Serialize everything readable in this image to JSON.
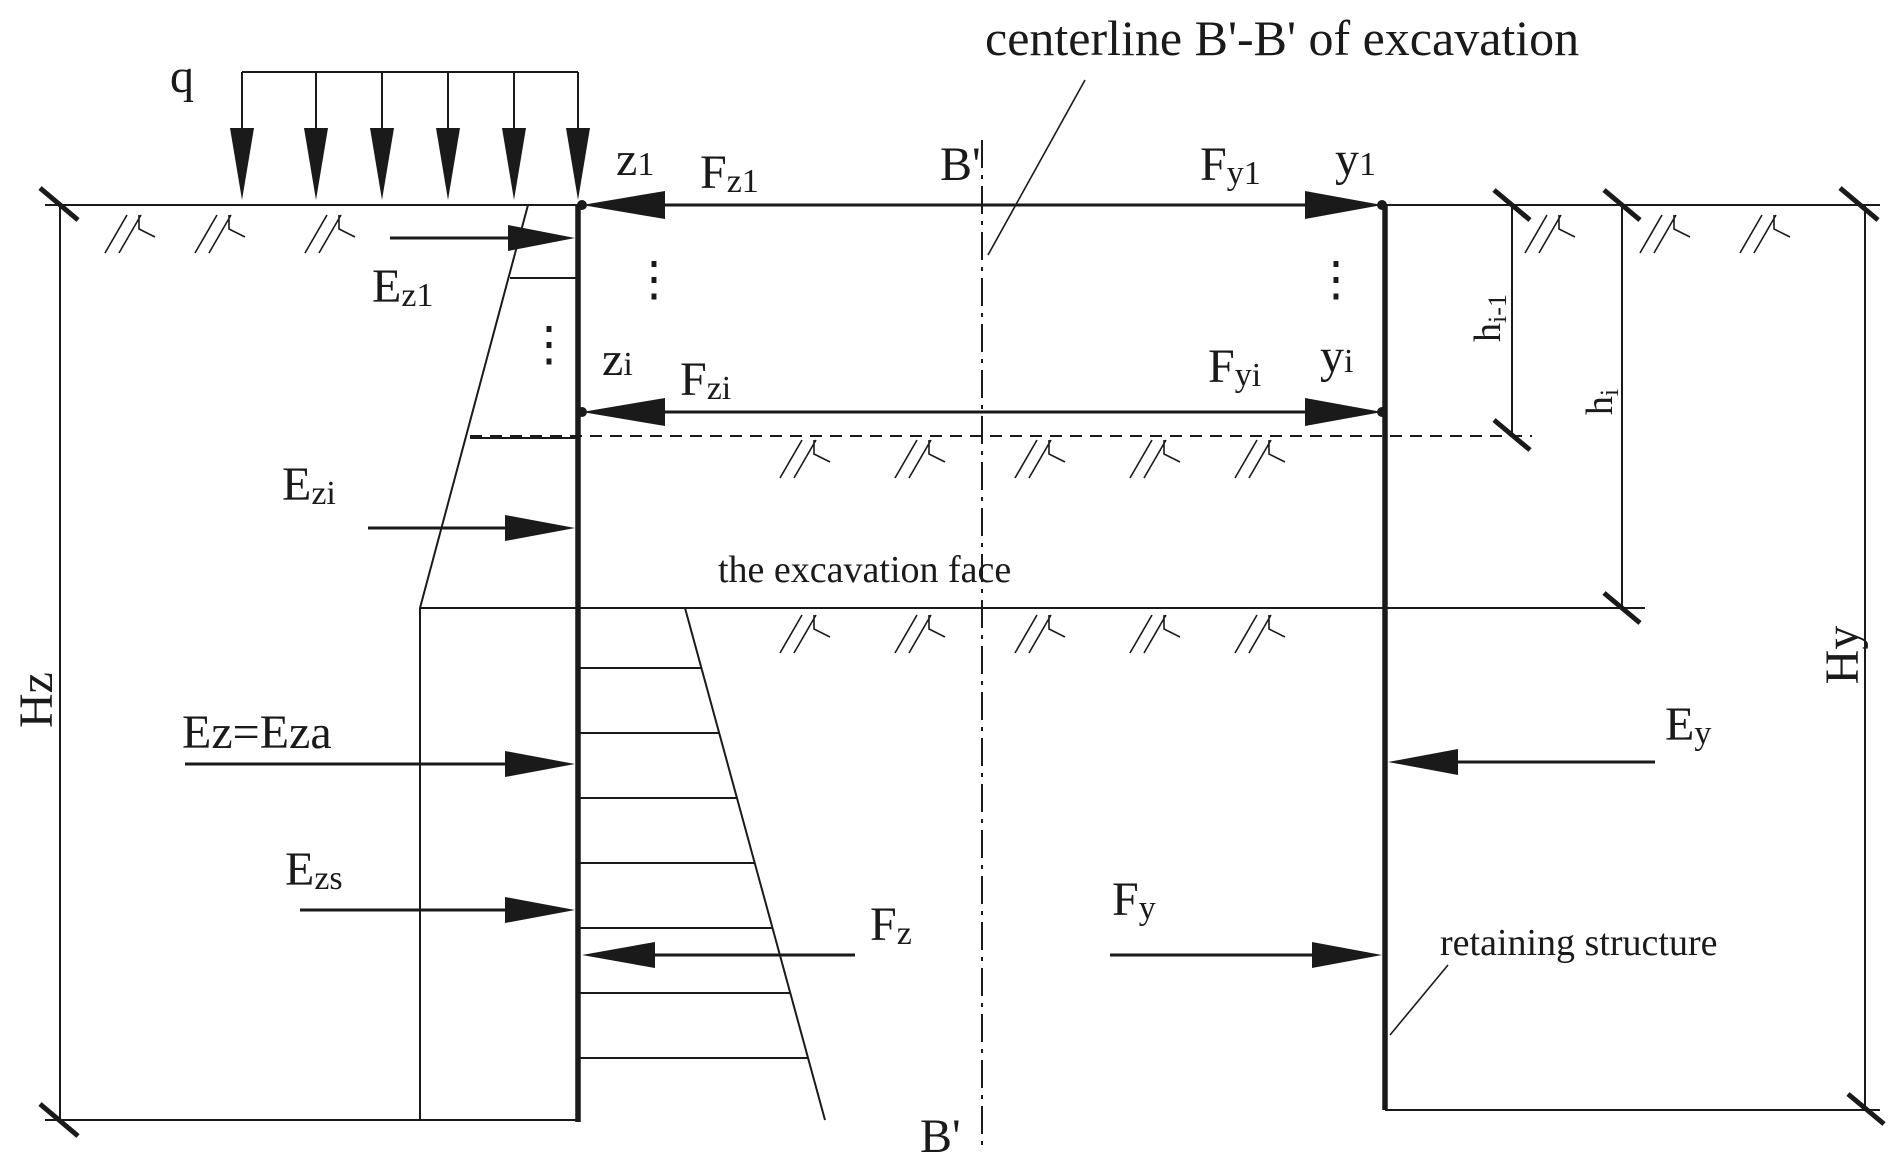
{
  "title": "centerline B'-B' of excavation",
  "centerline": {
    "top_label": "B'",
    "bottom_label": "B'"
  },
  "load": {
    "label": "q"
  },
  "struts": {
    "top_left_point": {
      "base": "z",
      "sub": "1"
    },
    "top_right_point": {
      "base": "y",
      "sub": "1"
    },
    "top_force_left": {
      "base": "F",
      "sub": "z1"
    },
    "top_force_right": {
      "base": "F",
      "sub": "y1"
    },
    "i_left_point": {
      "base": "z",
      "sub": "i"
    },
    "i_right_point": {
      "base": "y",
      "sub": "i"
    },
    "i_force_left": {
      "base": "F",
      "sub": "zi"
    },
    "i_force_right": {
      "base": "F",
      "sub": "yi"
    },
    "ellipsis": "⋮"
  },
  "earth_pressure": {
    "ez1": {
      "base": "E",
      "sub": "z1"
    },
    "ezi": {
      "base": "E",
      "sub": "zi"
    },
    "eza": {
      "text": "Ez=Eza"
    },
    "ezs": {
      "base": "E",
      "sub": "zs"
    },
    "ey": {
      "base": "E",
      "sub": "y"
    }
  },
  "reactions": {
    "fz": {
      "base": "F",
      "sub": "z"
    },
    "fy": {
      "base": "F",
      "sub": "y"
    }
  },
  "dimensions": {
    "hz": "Hz",
    "hy": "Hy",
    "h_i_minus_1": {
      "base": "h",
      "sub": "i-1"
    },
    "h_i": {
      "base": "h",
      "sub": "i"
    }
  },
  "annotations": {
    "excavation_face": "the excavation face",
    "retaining_structure": "retaining structure"
  }
}
